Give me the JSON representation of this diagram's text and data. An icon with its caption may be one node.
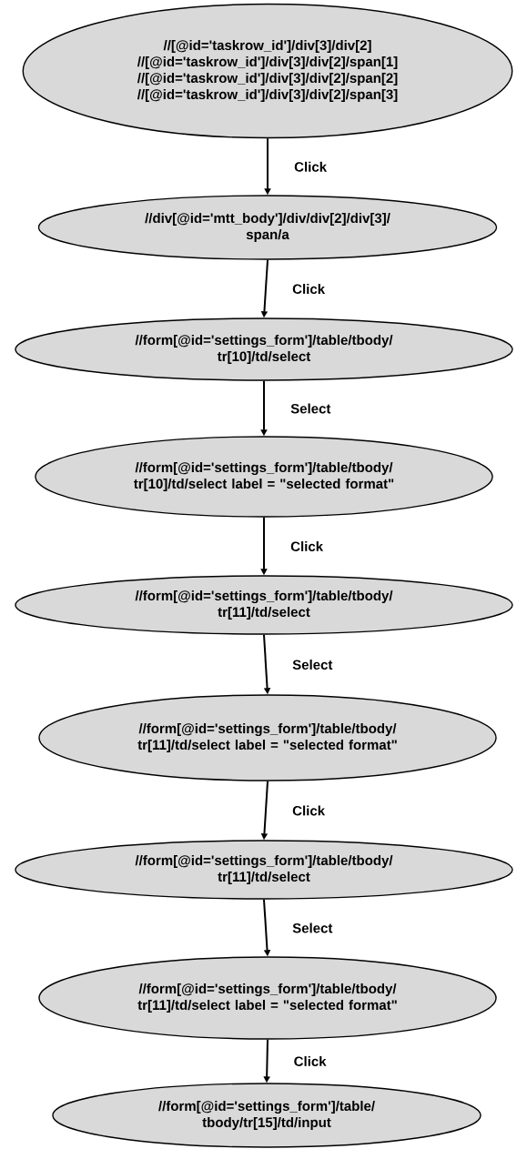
{
  "diagram": {
    "nodes": [
      {
        "text": [
          "//[@id='taskrow_id']/div[3]/div[2]",
          "//[@id='taskrow_id']/div[3]/div[2]/span[1]",
          "//[@id='taskrow_id']/div[3]/div[2]/span[2]",
          "//[@id='taskrow_id']/div[3]/div[2]/span[3]"
        ]
      },
      {
        "text": [
          "//div[@id='mtt_body']/div/div[2]/div[3]/ span/a"
        ]
      },
      {
        "text": [
          "//form[@id='settings_form']/table/tbody/ tr[10]/td/select"
        ]
      },
      {
        "text": [
          "//form[@id='settings_form']/table/tbody/ tr[10]/td/select label = \"selected format\""
        ]
      },
      {
        "text": [
          "//form[@id='settings_form']/table/tbody/ tr[11]/td/select"
        ]
      },
      {
        "text": [
          "//form[@id='settings_form']/table/tbody/ tr[11]/td/select label = \"selected format\""
        ]
      },
      {
        "text": [
          "//form[@id='settings_form']/table/tbody/ tr[11]/td/select"
        ]
      },
      {
        "text": [
          "//form[@id='settings_form']/table/tbody/ tr[11]/td/select label = \"selected format\""
        ]
      },
      {
        "text": [
          "//form[@id='settings_form']/table/ tbody/tr[15]/td/input"
        ]
      }
    ],
    "edges": [
      {
        "from": 0,
        "to": 1,
        "arrow": "to",
        "label": "Click"
      },
      {
        "from": 1,
        "to": 2,
        "arrow": "to",
        "label": "Click"
      },
      {
        "from": 2,
        "to": 3,
        "arrow": "to",
        "label": "Select"
      },
      {
        "from": 3,
        "to": 4,
        "arrow": "to",
        "label": "Click"
      },
      {
        "from": 4,
        "to": 5,
        "arrow": "to",
        "label": "Select"
      },
      {
        "from": 5,
        "to": 6,
        "arrow": "to",
        "label": "Click"
      },
      {
        "from": 6,
        "to": 7,
        "arrow": "to",
        "label": "Select"
      },
      {
        "from": 7,
        "to": 8,
        "arrow": "to",
        "label": "Click"
      }
    ]
  }
}
